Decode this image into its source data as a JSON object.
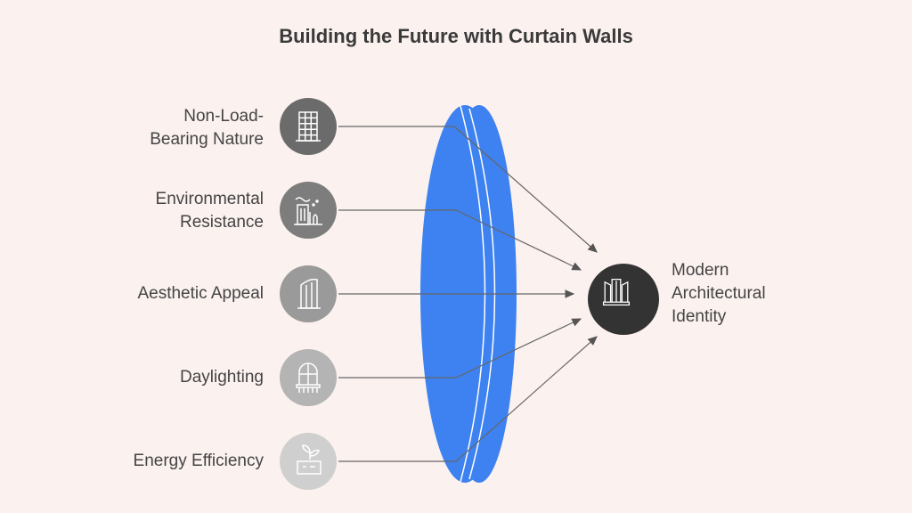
{
  "title": "Building the Future with Curtain Walls",
  "inputs": [
    {
      "label_line1": "Non-Load-",
      "label_line2": "Bearing Nature",
      "icon": "building-grid-icon",
      "color": "#6b6b6b"
    },
    {
      "label_line1": "Environmental",
      "label_line2": "Resistance",
      "icon": "weather-building-icon",
      "color": "#7d7d7d"
    },
    {
      "label_line1": "Aesthetic Appeal",
      "label_line2": "",
      "icon": "curved-tower-icon",
      "color": "#9a9a9a"
    },
    {
      "label_line1": "Daylighting",
      "label_line2": "",
      "icon": "arched-window-icon",
      "color": "#b4b4b4"
    },
    {
      "label_line1": "Energy Efficiency",
      "label_line2": "",
      "icon": "plant-building-icon",
      "color": "#cfcfcf"
    }
  ],
  "output": {
    "label_line1": "Modern",
    "label_line2": "Architectural",
    "label_line3": "Identity",
    "icon": "modern-building-icon",
    "color": "#333333"
  },
  "lens_color": "#3d82f0"
}
